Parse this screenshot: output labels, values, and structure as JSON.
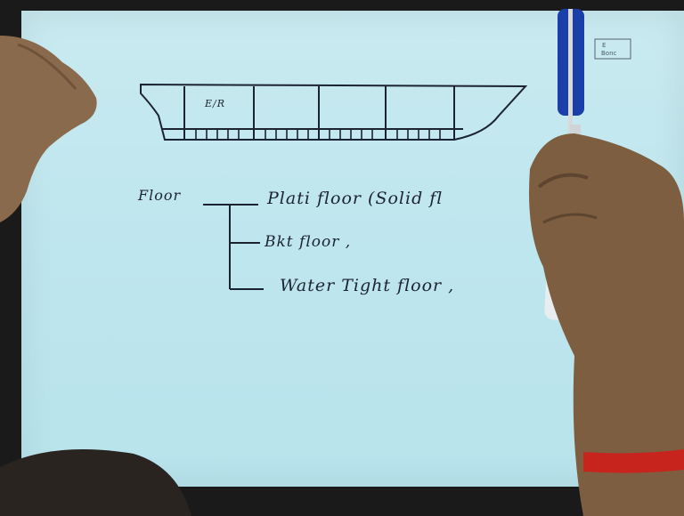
{
  "whiteboard": {
    "ship_label": "E/R",
    "heading": "Floor",
    "branch_1": "Plati floor (Solid fl",
    "branch_2": "Bkt floor ,",
    "branch_3": "Water Tight floor ,",
    "corner_note_line1": "E",
    "corner_note_line2": "Bonc"
  },
  "colors": {
    "paper": "#c2e7ef",
    "ink": "#1c2330",
    "skin": "#8a6a4c",
    "marker_blue": "#1a3fa8",
    "wristband": "#c8241e"
  }
}
